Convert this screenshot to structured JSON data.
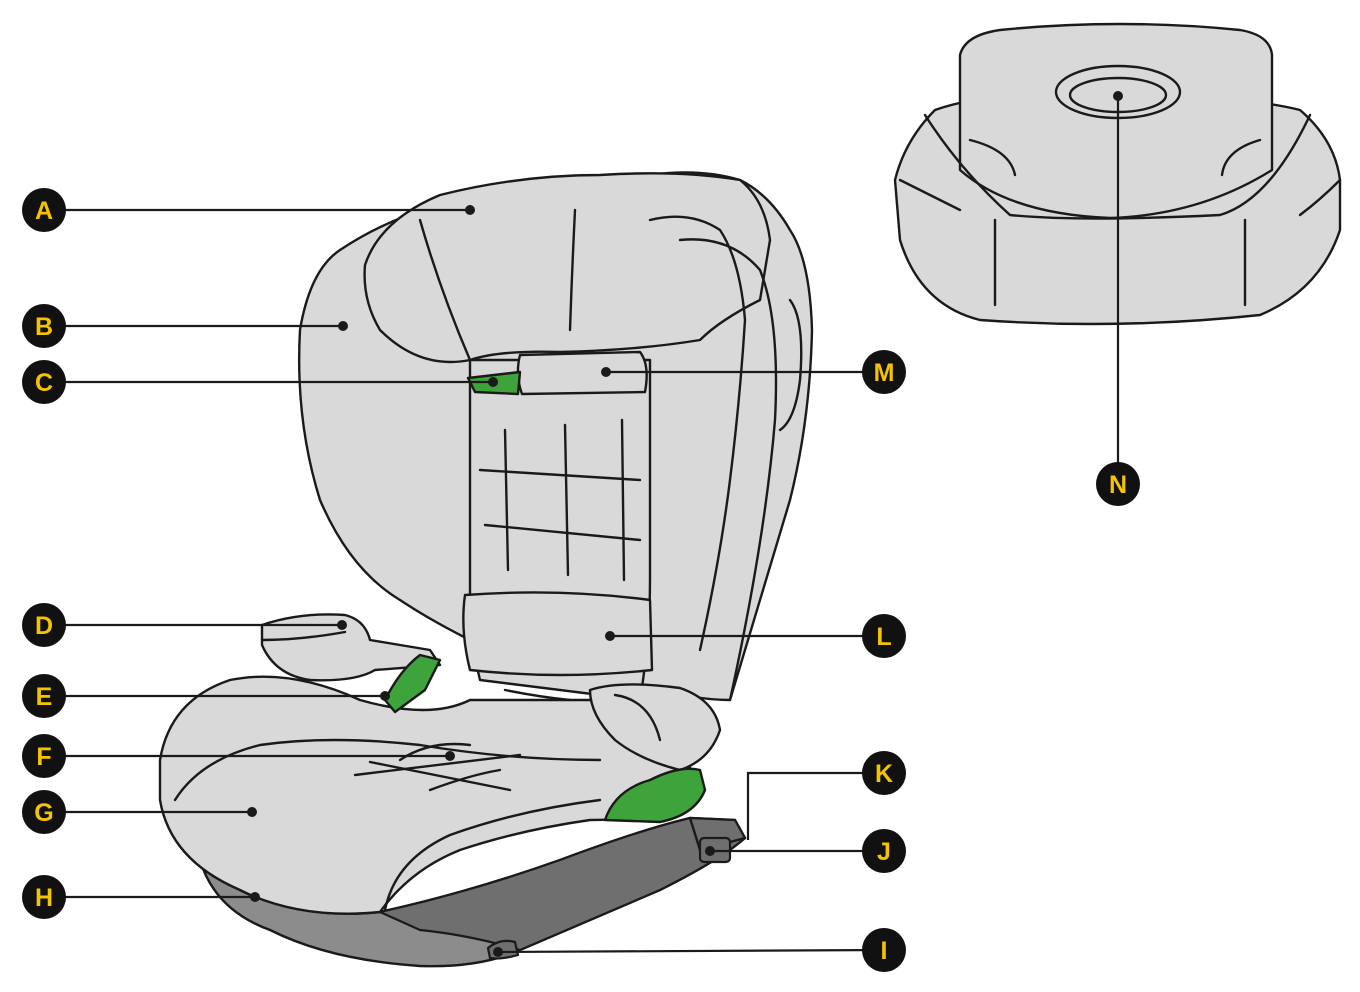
{
  "labels": [
    {
      "id": "A",
      "text": "A"
    },
    {
      "id": "B",
      "text": "B"
    },
    {
      "id": "C",
      "text": "C"
    },
    {
      "id": "D",
      "text": "D"
    },
    {
      "id": "E",
      "text": "E"
    },
    {
      "id": "F",
      "text": "F"
    },
    {
      "id": "G",
      "text": "G"
    },
    {
      "id": "H",
      "text": "H"
    },
    {
      "id": "I",
      "text": "I"
    },
    {
      "id": "J",
      "text": "J"
    },
    {
      "id": "K",
      "text": "K"
    },
    {
      "id": "L",
      "text": "L"
    },
    {
      "id": "M",
      "text": "M"
    },
    {
      "id": "N",
      "text": "N"
    }
  ],
  "colors": {
    "badge": "#111111",
    "badge_text": "#f5c400",
    "seat_fill": "#d9d9d9",
    "accent_green": "#3fa33c",
    "base_gray": "#8c8c8c"
  }
}
